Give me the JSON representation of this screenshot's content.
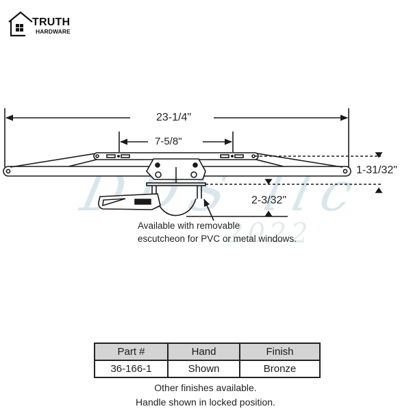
{
  "logo": {
    "brand": "TRUTH",
    "sub": "HARDWARE",
    "icon": "house-window-icon"
  },
  "dimensions": {
    "overall_length": "23-1/4\"",
    "link_length": "7-5/8\"",
    "arm_height": "1-31/32\"",
    "drop_depth": "2-3/32\""
  },
  "note": {
    "line1": "Available with removable",
    "line2": "escutcheon for PVC or metal windows."
  },
  "watermark": {
    "text": "DDS llc",
    "sub": "2022"
  },
  "table": {
    "headers": [
      "Part #",
      "Hand",
      "Finish"
    ],
    "rows": [
      [
        "36-166-1",
        "Shown",
        "Bronze"
      ]
    ]
  },
  "footer": {
    "line1": "Other finishes available.",
    "line2": "Handle shown in locked position."
  },
  "colors": {
    "line": "#1a1a1a",
    "table_header_bg": "#d4d4d4",
    "watermark": "#78aabe"
  }
}
